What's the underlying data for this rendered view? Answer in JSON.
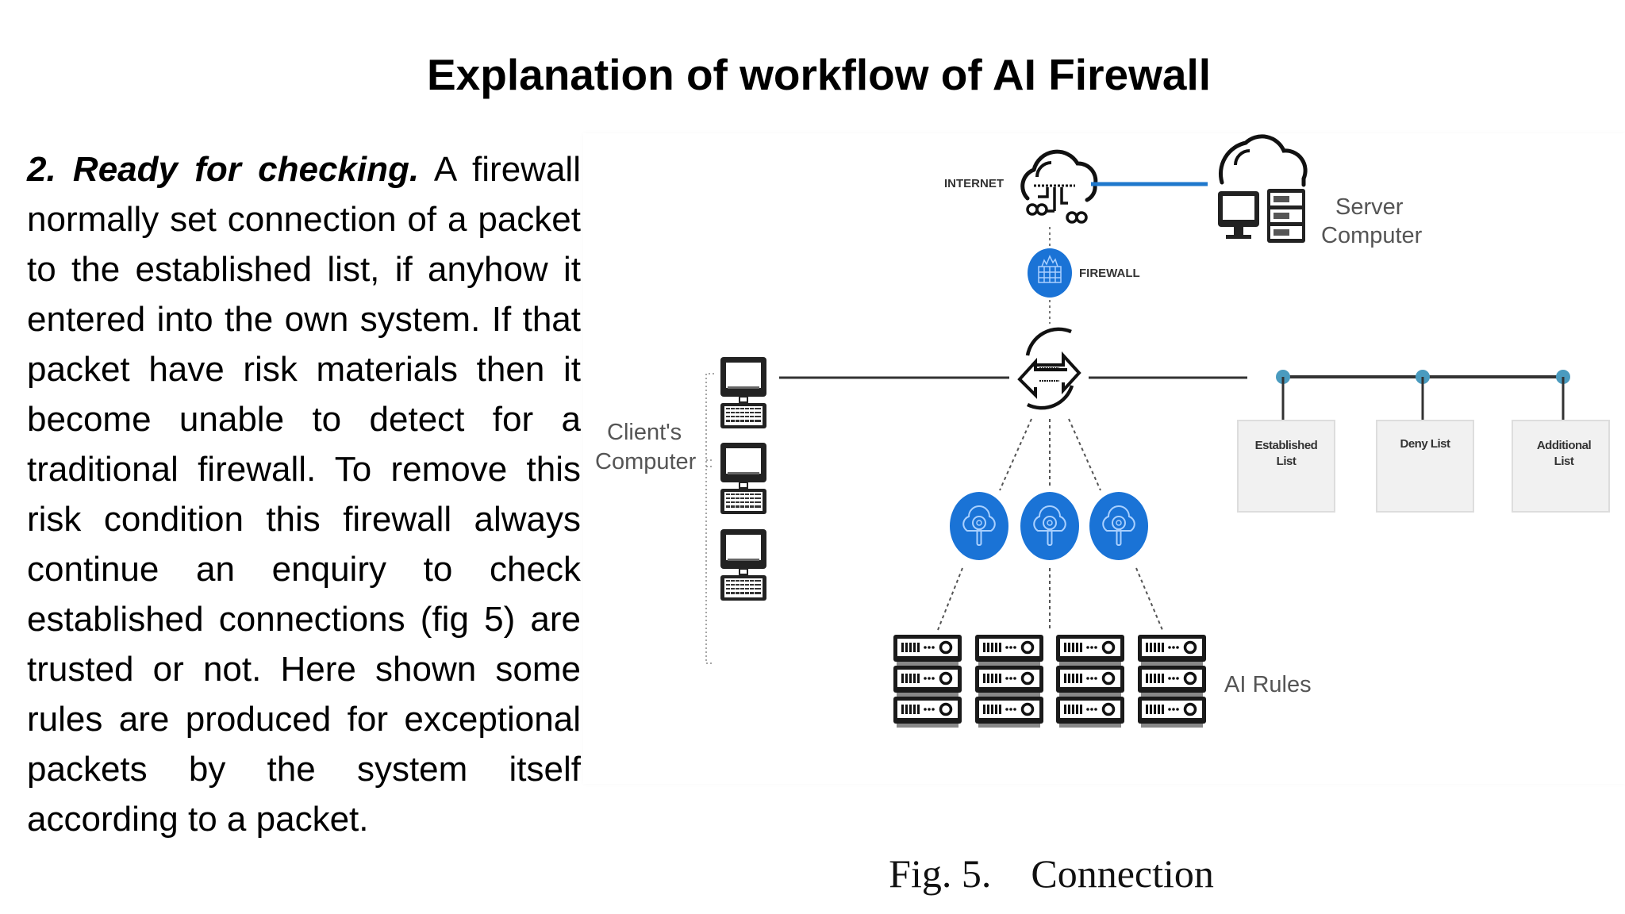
{
  "slide": {
    "title": "Explanation of workflow of AI Firewall"
  },
  "paragraph": {
    "lead": "2. Ready for checking.",
    "text": " A firewall normally set connection of a packet to the established list, if anyhow it entered into the own system. If that packet have risk materials then it become unable to detect for a traditional firewall. To remove this risk condition this firewall always continue an enquiry to check established connections (fig 5) are trusted or not. Here shown some rules are produced for exceptional packets by the system itself according to a packet."
  },
  "figure": {
    "caption": "Fig. 5.    Connection",
    "labels": {
      "internet": "INTERNET",
      "firewall": "FIREWALL",
      "server_line1": "Server",
      "server_line2": "Computer",
      "client_line1": "Client's",
      "client_line2": "Computer",
      "ai_rules": "AI Rules"
    },
    "lists": [
      {
        "line1": "Established",
        "line2": "List"
      },
      {
        "line1": "Deny List",
        "line2": ""
      },
      {
        "line1": "Additional",
        "line2": "List"
      }
    ],
    "icons": {
      "internet": "cloud-network-icon",
      "server": "cloud-server-icon",
      "firewall": "firewall-icon",
      "router": "exchange-arrows-icon",
      "client": "desktop-computer-icon",
      "ai_node": "cloud-search-icon",
      "rules": "server-rack-icon"
    },
    "colors": {
      "accent_blue": "#1a73d6",
      "link_blue": "#1f78cc",
      "bus_dot": "#4a9bbf",
      "list_box": "#f1f1f1"
    }
  }
}
